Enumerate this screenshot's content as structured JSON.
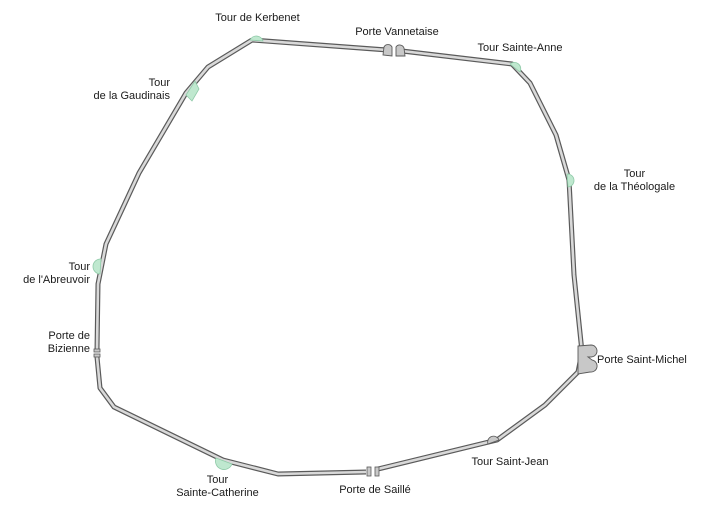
{
  "colors": {
    "wall_fill": "#d9d9d9",
    "wall_stroke": "#5a5a5a",
    "tower": "#bfe8cf",
    "tower_stroke": "#8fcaa8",
    "gate_fill": "#c8c8c8",
    "background": "#ffffff"
  },
  "labels": {
    "kerbenet": {
      "lines": [
        "Tour de Kerbenet"
      ]
    },
    "vannetaise": {
      "lines": [
        "Porte Vannetaise"
      ]
    },
    "sainte_anne": {
      "lines": [
        "Tour Sainte-Anne"
      ]
    },
    "gaudinais": {
      "lines": [
        "Tour",
        "de la Gaudinais"
      ]
    },
    "theologale": {
      "lines": [
        "Tour",
        "de la Théologale"
      ]
    },
    "abreuvoir": {
      "lines": [
        "Tour",
        "de l'Abreuvoir"
      ]
    },
    "bizienne": {
      "lines": [
        "Porte de",
        "Bizienne"
      ]
    },
    "saint_michel": {
      "lines": [
        "Porte Saint-Michel"
      ]
    },
    "saint_jean": {
      "lines": [
        "Tour Saint-Jean"
      ]
    },
    "sainte_catherine": {
      "lines": [
        "Tour",
        "Sainte-Catherine"
      ]
    },
    "saille": {
      "lines": [
        "Porte de Saillé"
      ]
    }
  }
}
